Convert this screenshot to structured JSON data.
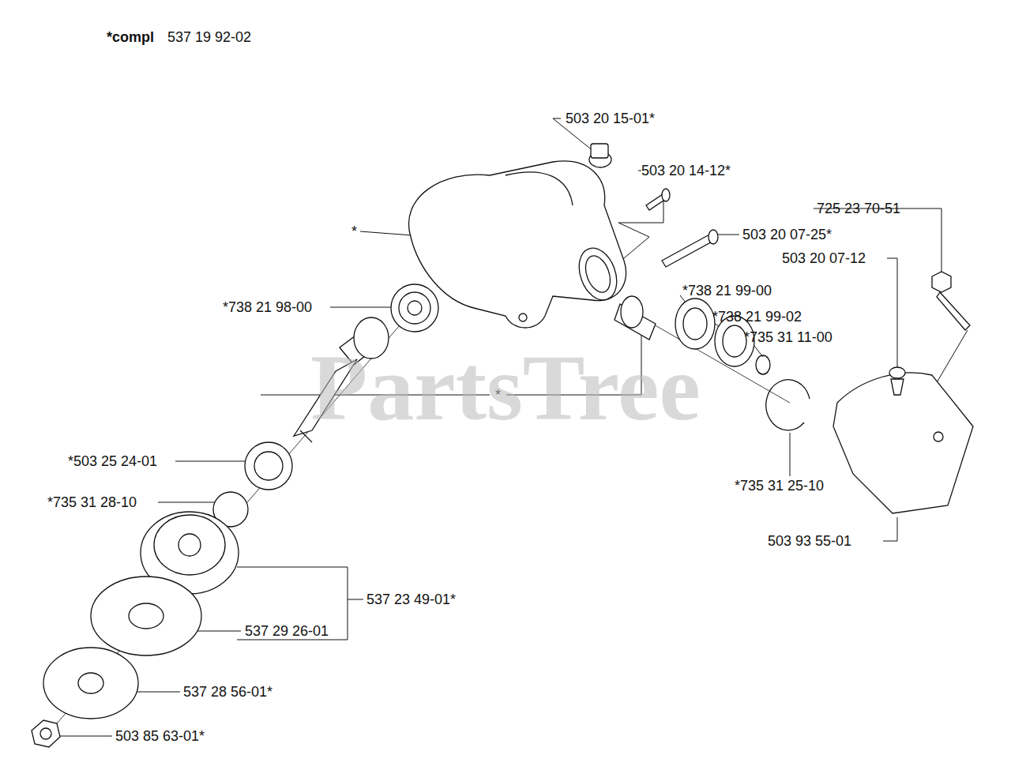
{
  "diagram": {
    "labels": [
      "*compl",
      "537 19 92-02",
      "503 20 15-01*",
      "503 20 14-12*",
      "*",
      "503 20 07-25*",
      "725 23 70-51",
      "503 20 07-12",
      "*738 21 98-00",
      "*738 21 99-00",
      "*738 21 99-02",
      "*735 31 11-00",
      "*",
      "*503 25 24-01",
      "*735 31 28-10",
      "*735 31 25-10",
      "503 93 55-01",
      "537 23 49-01*",
      "537 29 26-01",
      "537 28 56-01*",
      "503 85 63-01*",
      "PartsTree"
    ]
  }
}
